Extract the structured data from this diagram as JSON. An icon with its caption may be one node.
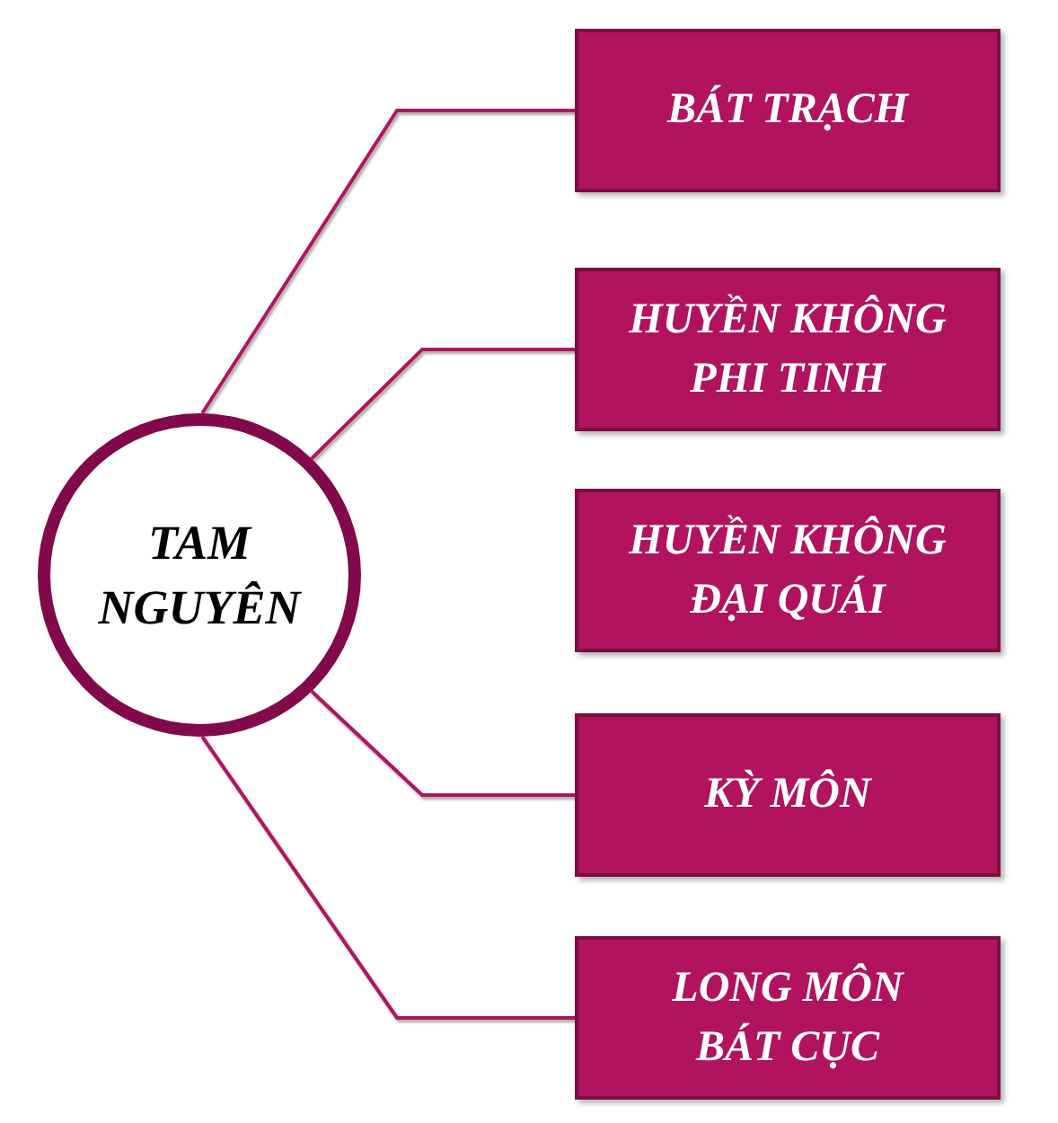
{
  "diagram": {
    "nodes": [
      {
        "text": [
          "TAM NGUYÊN"
        ]
      },
      {
        "text": [
          "BÁT TRẠCH"
        ]
      },
      {
        "text": [
          "HUYỀN KHÔNG PHI TINH"
        ]
      },
      {
        "text": [
          "HUYỀN KHÔNG ĐẠI QUÁI"
        ]
      },
      {
        "text": [
          "KỲ MÔN"
        ]
      },
      {
        "text": [
          "LONG MÔN BÁT CỤC"
        ]
      }
    ],
    "edges": [
      {
        "from": 0,
        "to": 1,
        "arrow": "none"
      },
      {
        "from": 0,
        "to": 2,
        "arrow": "none"
      },
      {
        "from": 0,
        "to": 3,
        "arrow": "none"
      },
      {
        "from": 0,
        "to": 4,
        "arrow": "none"
      },
      {
        "from": 0,
        "to": 5,
        "arrow": "none"
      }
    ]
  }
}
